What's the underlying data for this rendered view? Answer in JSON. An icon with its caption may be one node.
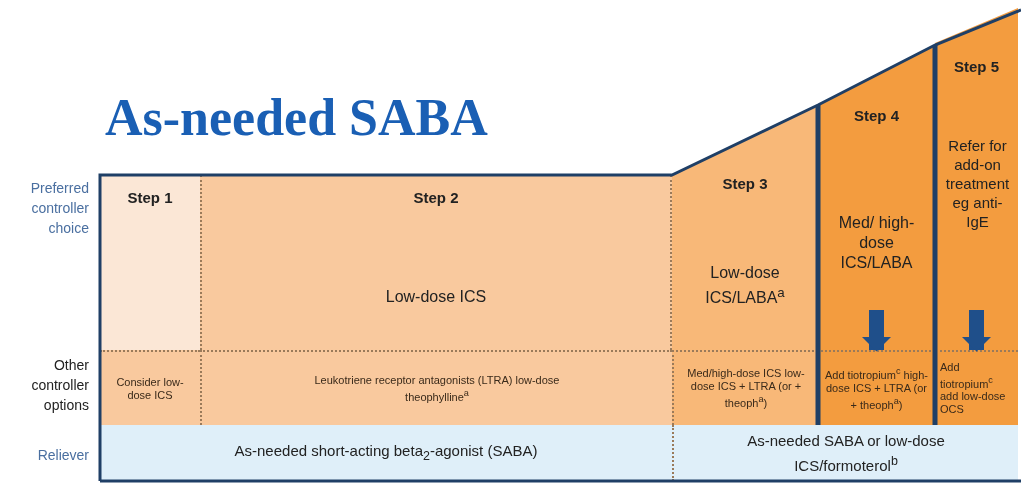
{
  "diagram": {
    "title": "As-needed SABA",
    "nodes": [
      {
        "text": [
          "Step 1"
        ]
      },
      {
        "text": [
          "Step 2",
          "Low-dose ICS"
        ]
      },
      {
        "text": [
          "Step 3",
          "Low-dose ICS/LABA$^{a}$"
        ]
      },
      {
        "text": [
          "Step 4",
          "Med/ high-dose ICS/LABA"
        ]
      },
      {
        "text": [
          "Step 5",
          "Refer for add-on treatment eg anti-IgE"
        ]
      },
      {
        "text": [
          "Consider low-dose ICS"
        ]
      },
      {
        "text": [
          "Leukotriene receptor antagonists (LTRA) low-dose theophylline$^{a}$"
        ]
      },
      {
        "text": [
          "Med/high-dose ICS low-dose ICS + LTRA (or + theoph$^{a}$)"
        ]
      },
      {
        "text": [
          "Add tiotropium$^{c}$ high-dose ICS + LTRA (or + theoph$^{a}$)"
        ]
      },
      {
        "text": [
          "Add tiotropium$^{c}$ add low-dose OCS"
        ]
      },
      {
        "text": [
          "As-needed short-acting beta$_{2}$-agonist (SABA)"
        ]
      },
      {
        "text": [
          "As-needed SABA or low-dose ICS/formoterol$^{b}$"
        ]
      }
    ],
    "edges": [
      {
        "from": 3,
        "to": 8,
        "arrow": "to"
      },
      {
        "from": 4,
        "to": 9,
        "arrow": "to"
      }
    ],
    "labels": [
      "Preferred controller choice",
      "Other controller options",
      "Reliever"
    ]
  }
}
